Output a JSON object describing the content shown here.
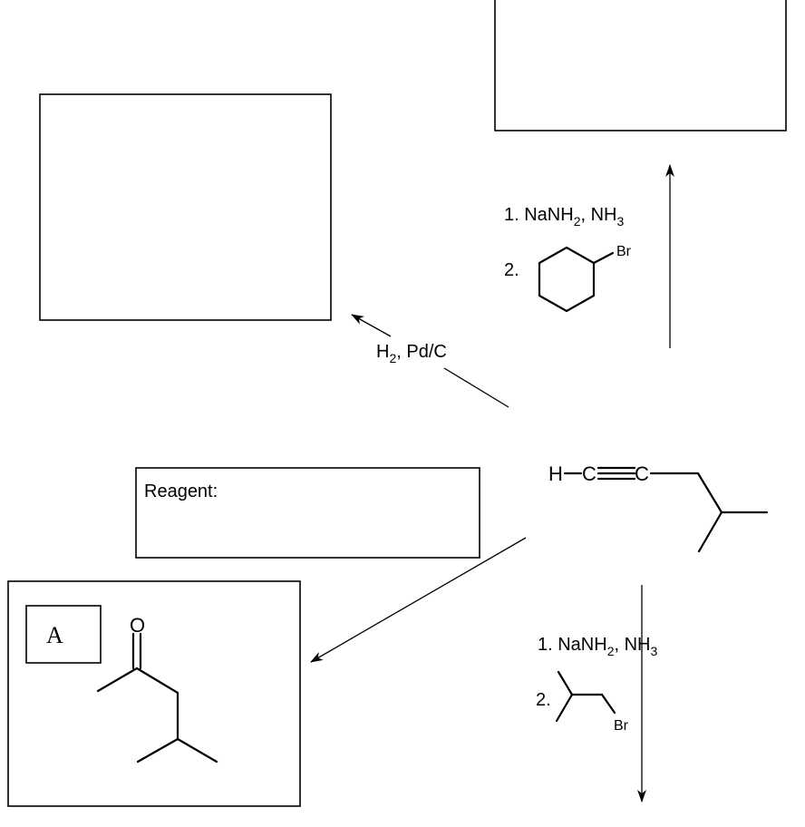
{
  "reagent_box": {
    "label": "Reagent:"
  },
  "starting_material": {
    "atom_H": "H",
    "atom_C1": "C",
    "atom_C2": "C"
  },
  "path_up": {
    "step1_prefix": "1. NaNH",
    "step1_sub": "2",
    "step1_mid": ", NH",
    "step1_sub2": "3",
    "step2_prefix": "2.",
    "halide_label": "Br"
  },
  "path_left": {
    "reagent_prefix": "H",
    "reagent_sub": "2",
    "reagent_rest": ", Pd/C"
  },
  "path_down": {
    "step1_prefix": "1. NaNH",
    "step1_sub": "2",
    "step1_mid": ", NH",
    "step1_sub2": "3",
    "step2_prefix": "2.",
    "halide_label": "Br"
  },
  "product_box_A": {
    "tag": "A",
    "oxygen_label": "O"
  }
}
